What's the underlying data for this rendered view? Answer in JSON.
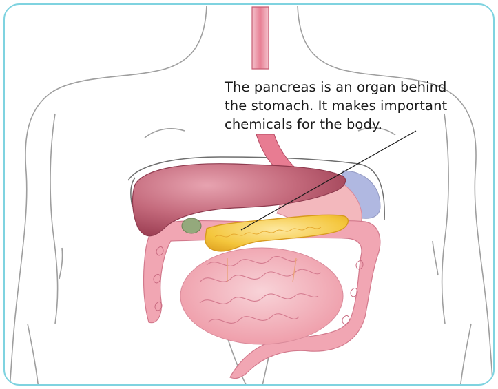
{
  "diagram": {
    "callout_lines": [
      "The pancreas is an organ behind",
      "the stomach. It makes important",
      "chemicals for the body."
    ]
  },
  "colors": {
    "frame_border": "#7fd3e0",
    "body_outline": "#9a9a9a",
    "liver": "#b8566a",
    "stomach": "#f0b0b4",
    "intestine": "#f2a8b2",
    "pancreas": "#f2c53a",
    "gallbladder": "#8fa878",
    "spleen": "#9aa6d8",
    "esophagus": "#d9607a",
    "callout_line": "#1a1a1a"
  }
}
